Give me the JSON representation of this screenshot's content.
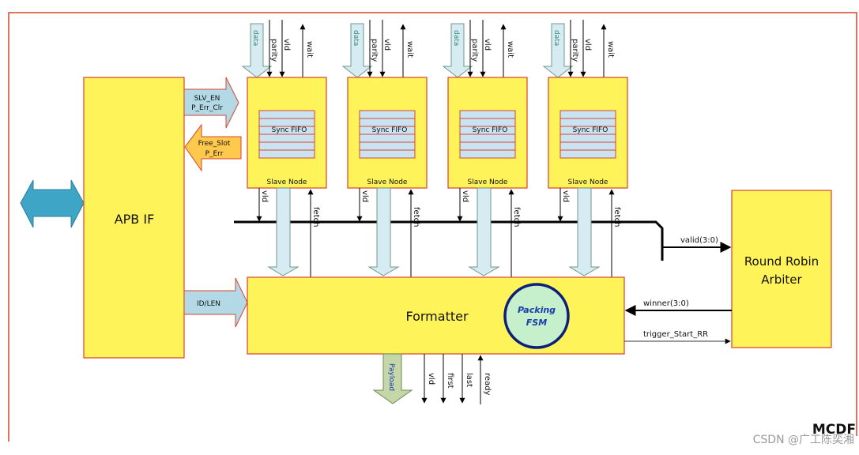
{
  "diagram": {
    "frame_label": "MCDF",
    "watermark": "CSDN @广工陈奕湘",
    "colors": {
      "block_fill": "#fff35a",
      "block_border": "#d9442c",
      "fifo_fill": "#c9e3f2",
      "arrow_blue": "#b3d9e6",
      "arrow_orange": "#ffc94d",
      "bus_teal": "#3ea5c7",
      "fsm_fill": "#c6f0cc",
      "fsm_border": "#0d1f78",
      "payload_fill": "#c5d6a8"
    },
    "apb": {
      "label": "APB IF",
      "out_arrow_1": [
        "SLV_EN",
        "P_Err_Clr"
      ],
      "in_arrow": [
        "Free_Slot",
        "P_Err"
      ],
      "out_arrow_2": "ID/LEN"
    },
    "slaves": [
      {
        "name": "Slave Node",
        "fifo": "Sync FIFO",
        "inputs": [
          "data",
          "parity",
          "vld"
        ],
        "output": "wait",
        "bottom_out": "vld",
        "bottom_in": "fetch"
      },
      {
        "name": "Slave Node",
        "fifo": "Sync FIFO",
        "inputs": [
          "data",
          "parity",
          "vld"
        ],
        "output": "wait",
        "bottom_out": "vld",
        "bottom_in": "fetch"
      },
      {
        "name": "Slave Node",
        "fifo": "Sync FIFO",
        "inputs": [
          "data",
          "parity",
          "vld"
        ],
        "output": "wait",
        "bottom_out": "vld",
        "bottom_in": "fetch"
      },
      {
        "name": "Slave Node",
        "fifo": "Sync FIFO",
        "inputs": [
          "data",
          "parity",
          "vld"
        ],
        "output": "wait",
        "bottom_out": "vld",
        "bottom_in": "fetch"
      }
    ],
    "formatter": {
      "label": "Formatter",
      "fsm": [
        "Packing",
        "FSM"
      ],
      "outputs": [
        "Payload",
        "vld",
        "first",
        "last"
      ],
      "input": "ready"
    },
    "arbiter": {
      "label": [
        "Round Robin",
        "Arbiter"
      ],
      "valid": "valid(3:0)",
      "winner": "winner(3:0)",
      "trigger": "trigger_Start_RR"
    }
  }
}
